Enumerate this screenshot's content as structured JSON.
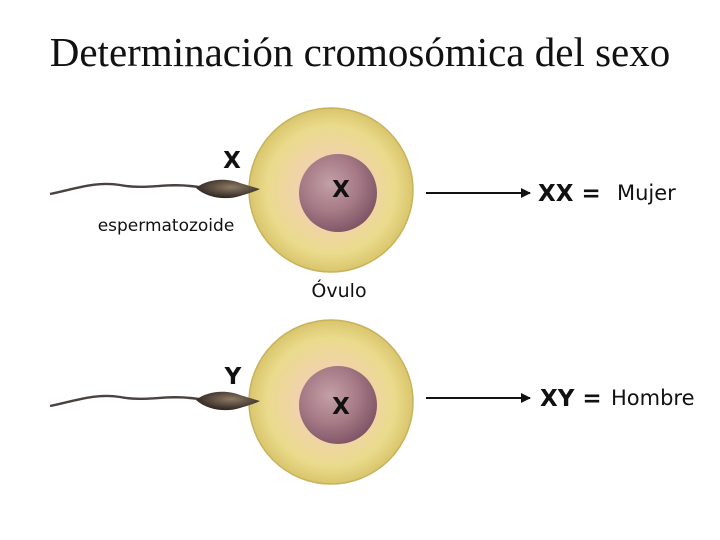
{
  "title": "Determinación cromosómica del sexo",
  "top": {
    "sperm_chromosome": "X",
    "egg_chromosome": "X",
    "result_code": "XX =",
    "result_label": "Mujer"
  },
  "bottom": {
    "sperm_chromosome": "Y",
    "egg_chromosome": "X",
    "result_code": "XY =",
    "result_label": "Hombre"
  },
  "labels": {
    "sperm": "espermatozoide",
    "egg": "Óvulo"
  },
  "colors": {
    "cell_fill": "#eadb88",
    "cell_halo": "#f4d8b4",
    "nucleus": "#a47884",
    "sperm_head": "#3a2e2a",
    "text": "#111111"
  }
}
